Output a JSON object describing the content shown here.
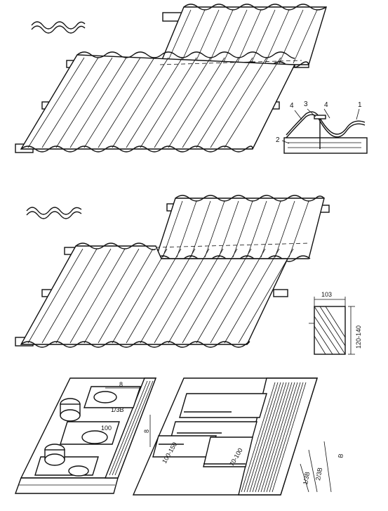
{
  "figure1": {
    "section_labels": [
      "1",
      "2",
      "3",
      "4",
      "4"
    ]
  },
  "figure2": {
    "dimensions": [
      "103",
      "120-140"
    ]
  },
  "figure3": {
    "dimensions": [
      "8",
      "1/3B",
      "100"
    ]
  },
  "figure4": {
    "dimensions": [
      "8",
      "100-150",
      "70-100",
      "1/3B",
      "2/3B",
      "B"
    ]
  }
}
